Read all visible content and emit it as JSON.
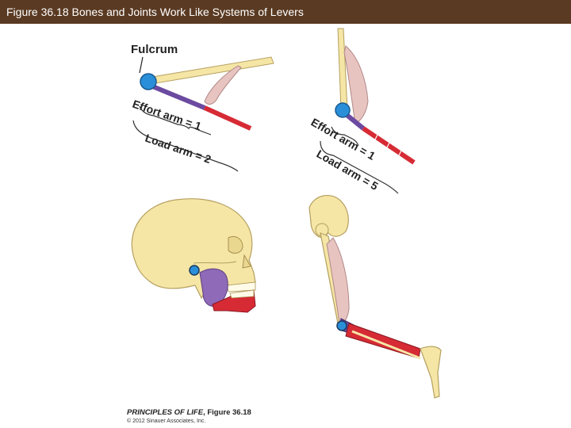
{
  "header": {
    "title": "Figure 36.18 Bones and Joints Work Like Systems of Levers"
  },
  "diagram": {
    "fulcrum_label": "Fulcrum",
    "jaw_lever": {
      "effort_arm_label": "Effort arm = 1",
      "load_arm_label": "Load arm = 2"
    },
    "leg_lever": {
      "effort_arm_label": "Effort arm = 1",
      "load_arm_label": "Load arm = 5"
    }
  },
  "credit": {
    "book": "PRINCIPLES OF LIFE",
    "figure": ", Figure 36.18",
    "copyright": "© 2012 Sinauer Associates, Inc."
  },
  "colors": {
    "title_bar": "#5a3a22",
    "bone": "#f5e6a6",
    "muscle": "#e8c4c0",
    "effort_arm": "#6b4aa0",
    "load_arm": "#d62b35",
    "fulcrum": "#2a8fd8"
  }
}
